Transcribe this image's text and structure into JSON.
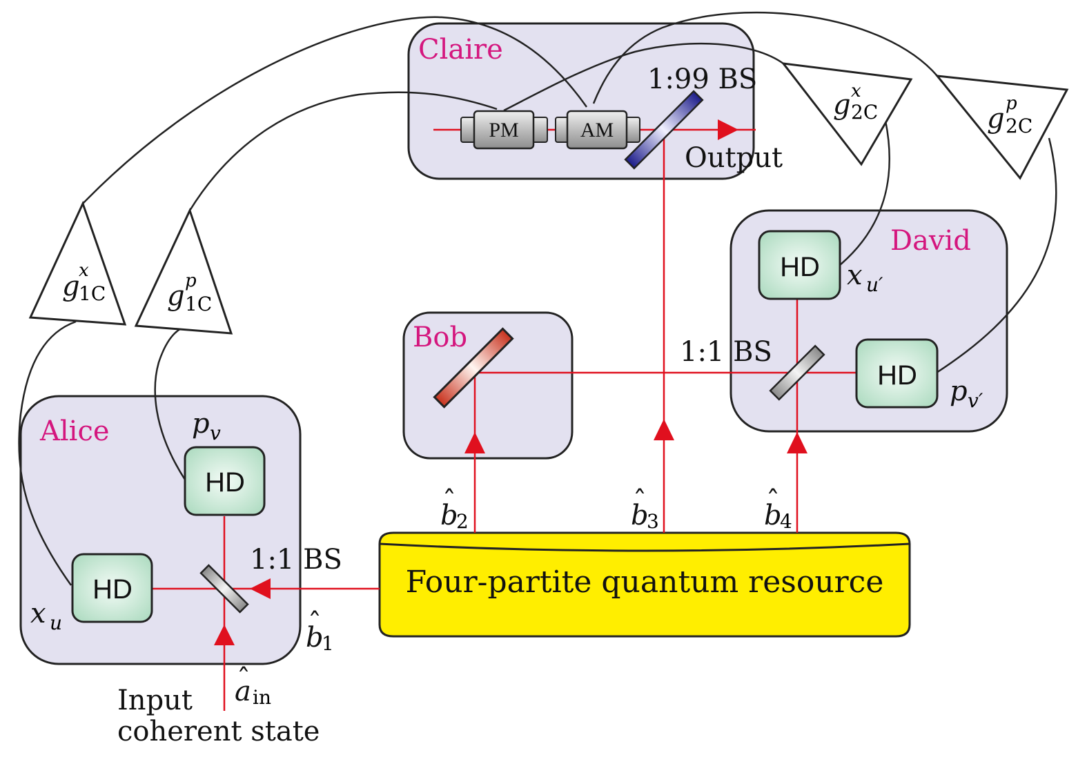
{
  "colors": {
    "party_label": "#d4167e",
    "beam": "#e0101e",
    "box_fill": "#e3e1f0",
    "resource_fill": "#ffee00",
    "hd_fill": "#bfe3cf"
  },
  "parties": {
    "alice": "Alice",
    "bob": "Bob",
    "claire": "Claire",
    "david": "David"
  },
  "detectors": {
    "hd_label": "HD"
  },
  "modulators": {
    "pm": "PM",
    "am": "AM"
  },
  "beamsplitters": {
    "alice_bs": "1:1 BS",
    "david_bs": "1:1 BS",
    "claire_bs": "1:99 BS"
  },
  "resource": {
    "label": "Four-partite quantum resource"
  },
  "output_label": "Output",
  "input_label_line1": "Input",
  "input_label_line2": "coherent state",
  "modes": {
    "b": "b",
    "b1_sub": "1",
    "b2_sub": "2",
    "b3_sub": "3",
    "b4_sub": "4",
    "hat": "ˆ",
    "a": "a",
    "a_sub": "in"
  },
  "quadratures": {
    "x": "x",
    "p": "p",
    "u": "u",
    "v": "v",
    "u_prime": "u′",
    "v_prime": "v′"
  },
  "gains": {
    "g": "g",
    "g1c_x_sup": "x",
    "g1c_x_sub": "1C",
    "g1c_p_sup": "p",
    "g1c_p_sub": "1C",
    "g2c_x_sup": "x",
    "g2c_x_sub": "2C",
    "g2c_p_sup": "p",
    "g2c_p_sub": "2C"
  }
}
